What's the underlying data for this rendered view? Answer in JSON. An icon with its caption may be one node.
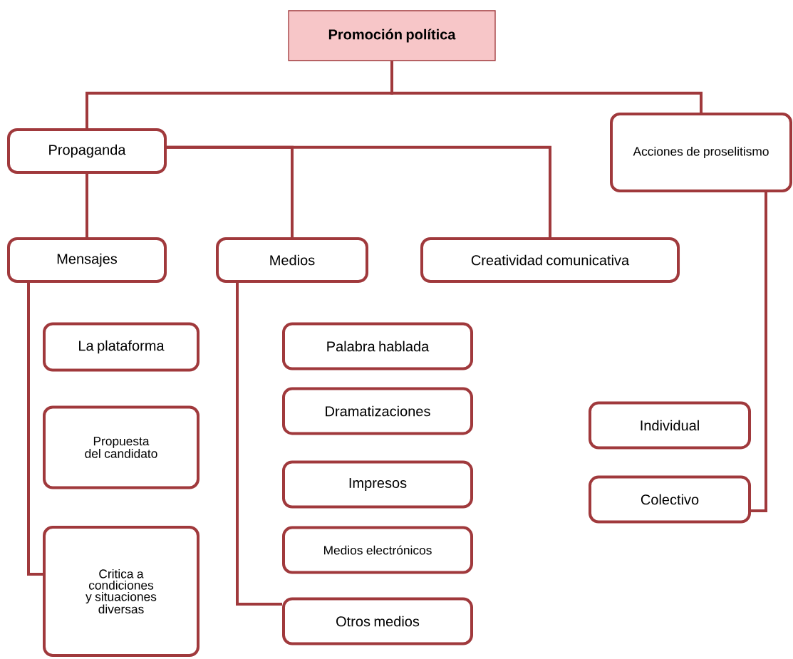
{
  "diagram": {
    "nodes": [
      {
        "text": [
          "Promoción política"
        ]
      },
      {
        "text": [
          "Propaganda"
        ]
      },
      {
        "text": [
          "Acciones de proselitismo"
        ]
      },
      {
        "text": [
          "Mensajes"
        ]
      },
      {
        "text": [
          "Medios"
        ]
      },
      {
        "text": [
          "Creatividad comunicativa"
        ]
      },
      {
        "text": [
          "La plataforma"
        ]
      },
      {
        "text": [
          "Propuesta del candidato"
        ]
      },
      {
        "text": [
          "Critica a condiciones y situaciones diversas"
        ]
      },
      {
        "text": [
          "Palabra hablada"
        ]
      },
      {
        "text": [
          "Dramatizaciones"
        ]
      },
      {
        "text": [
          "Impresos"
        ]
      },
      {
        "text": [
          "Medios electrónicos"
        ]
      },
      {
        "text": [
          "Otros medios"
        ]
      },
      {
        "text": [
          "Individual"
        ]
      },
      {
        "text": [
          "Colectivo"
        ]
      }
    ],
    "edges": [
      {
        "from": 0,
        "to": 1,
        "arrow": "none"
      },
      {
        "from": 0,
        "to": 2,
        "arrow": "none"
      },
      {
        "from": 1,
        "to": 3,
        "arrow": "none"
      },
      {
        "from": 1,
        "to": 4,
        "arrow": "none"
      },
      {
        "from": 1,
        "to": 5,
        "arrow": "none"
      },
      {
        "from": 3,
        "to": 8,
        "arrow": "none"
      },
      {
        "from": 4,
        "to": 13,
        "arrow": "none"
      },
      {
        "from": 2,
        "to": 15,
        "arrow": "none"
      }
    ]
  }
}
